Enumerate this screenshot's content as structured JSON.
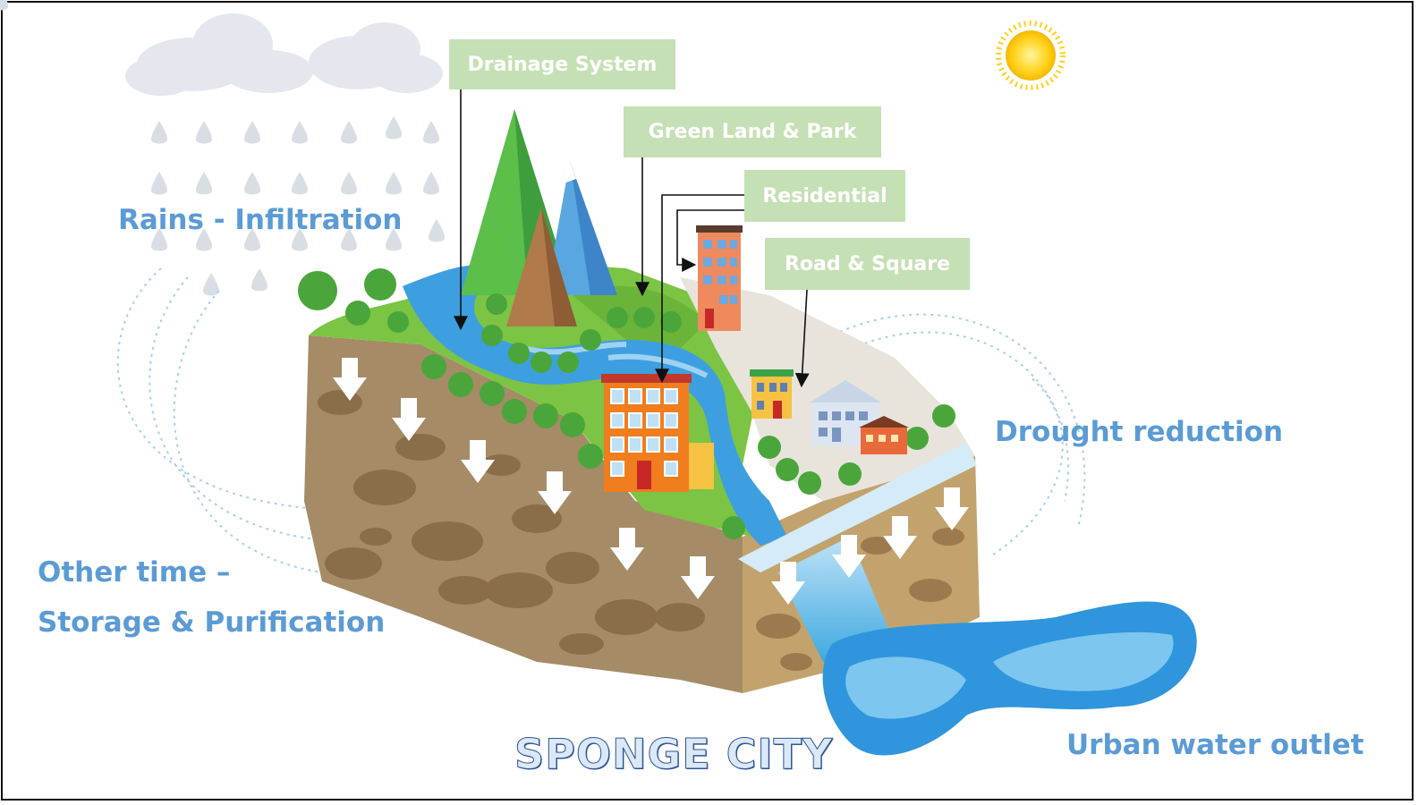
{
  "title": "SPONGE CITY",
  "callouts": {
    "drainage": "Drainage System",
    "green": "Green Land & Park",
    "residential": "Residential",
    "road": "Road & Square"
  },
  "labels": {
    "rains": "Rains - Infiltration",
    "other_line1": "Other time –",
    "other_line2": "Storage & Purification",
    "drought": "Drought reduction",
    "outlet": "Urban water outlet"
  },
  "colors": {
    "label_blue": "#5b9bd5",
    "callout_green": "#c5e0b4",
    "title_blue": "#4472c4"
  }
}
